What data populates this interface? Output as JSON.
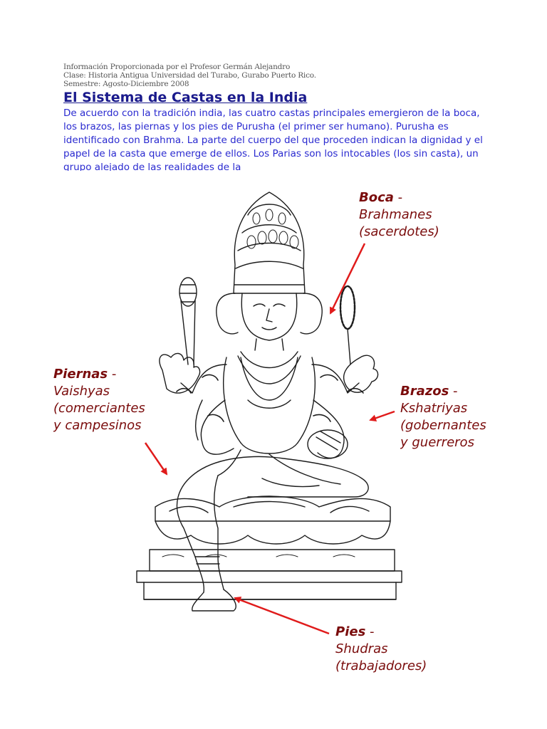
{
  "credits": {
    "line1": "Información Proporcionada por el Profesor Germán Alejandro",
    "line2": "Clase: Historia Antigua Universidad del Turabo, Gurabo Puerto Rico.",
    "line3": "Semestre: Agosto-Diciembre 2008"
  },
  "title": "El Sistema de Castas en la India",
  "intro": "De acuerdo con la tradición india, las cuatro castas principales emergieron de la boca, los brazos, las piernas y los pies de Purusha (el primer ser humano). Purusha es identificado con Brahma.  La parte del cuerpo del que proceden indican la dignidad y el papel de la casta que emerge de ellos.  Los Parias son los intocables (los sin casta), un grupo alejado de las realidades de la",
  "labels": {
    "boca": {
      "head": "Boca",
      "sep": " - ",
      "body": "Brahmanes (sacerdotes)"
    },
    "piernas": {
      "head": "Piernas",
      "sep": " - ",
      "body": "Vaishyas (comerciantes y campesinos"
    },
    "brazos": {
      "head": "Brazos",
      "sep": " - ",
      "body": "Kshatriyas (gobernantes y guerreros"
    },
    "pies": {
      "head": "Pies",
      "sep": " - ",
      "body": "Shudras (trabajadores)"
    }
  },
  "colors": {
    "title": "#1a1a8c",
    "intro": "#2a2ad0",
    "label": "#7a0c0c",
    "arrow": "#e01b1b"
  }
}
